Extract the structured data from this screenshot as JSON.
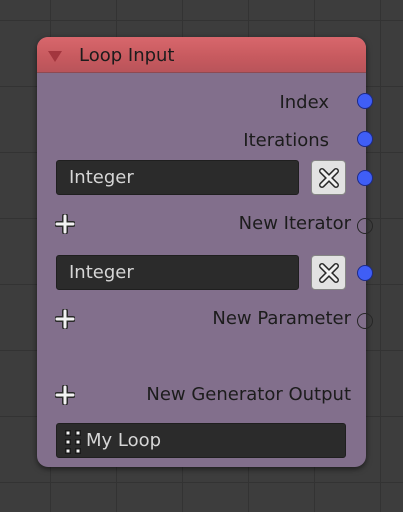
{
  "node": {
    "title": "Loop Input",
    "outputs": {
      "index": "Index",
      "iterations": "Iterations"
    },
    "iterator": {
      "type_value": "Integer",
      "new_label": "New Iterator"
    },
    "parameter": {
      "type_value": "Integer",
      "new_label": "New Parameter"
    },
    "generator": {
      "new_label": "New Generator Output"
    },
    "loop_name": "My Loop",
    "icons": {
      "collapse": "triangle-down-icon",
      "remove": "x-icon",
      "add": "plus-icon",
      "drag": "drag-handle-icon"
    },
    "colors": {
      "node_body": "#826f8c",
      "header": "#c75a5f",
      "socket_filled": "#3f5ef6",
      "canvas": "#3d3d3d"
    }
  }
}
